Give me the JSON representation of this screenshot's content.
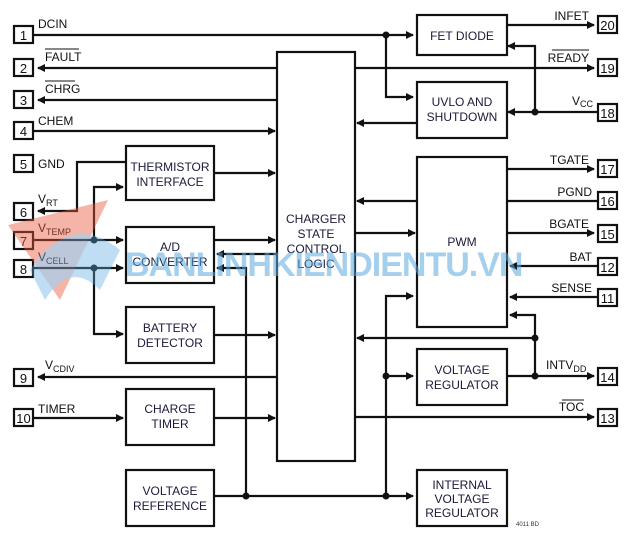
{
  "diagram": {
    "blocks": {
      "thermistor": [
        "THERMISTOR",
        "INTERFACE"
      ],
      "adc": [
        "A/D",
        "CONVERTER"
      ],
      "battery_detector": [
        "BATTERY",
        "DETECTOR"
      ],
      "charge_timer": [
        "CHARGE",
        "TIMER"
      ],
      "voltage_reference": [
        "VOLTAGE",
        "REFERENCE"
      ],
      "charger_state": [
        "CHARGER",
        "STATE",
        "CONTROL",
        "LOGIC"
      ],
      "fet_diode": [
        "FET DIODE"
      ],
      "uvlo": [
        "UVLO AND",
        "SHUTDOWN"
      ],
      "pwm": [
        "PWM"
      ],
      "voltage_regulator": [
        "VOLTAGE",
        "REGULATOR"
      ],
      "internal_regulator": [
        "INTERNAL",
        "VOLTAGE",
        "REGULATOR"
      ]
    },
    "pins_left": [
      {
        "num": "1",
        "label": "DCIN",
        "overbar": false
      },
      {
        "num": "2",
        "label": "FAULT",
        "overbar": true
      },
      {
        "num": "3",
        "label": "CHRG",
        "overbar": true
      },
      {
        "num": "4",
        "label": "CHEM",
        "overbar": false
      },
      {
        "num": "5",
        "label": "GND",
        "overbar": false
      },
      {
        "num": "6",
        "label": "V",
        "sub": "RT"
      },
      {
        "num": "7",
        "label": "V",
        "sub": "TEMP"
      },
      {
        "num": "8",
        "label": "V",
        "sub": "CELL"
      },
      {
        "num": "9",
        "label": "V",
        "sub": "CDIV"
      },
      {
        "num": "10",
        "label": "TIMER",
        "overbar": false
      }
    ],
    "pins_right": [
      {
        "num": "20",
        "label": "INFET",
        "overbar": false
      },
      {
        "num": "19",
        "label": "READY",
        "overbar": true
      },
      {
        "num": "18",
        "label": "V",
        "sub": "CC"
      },
      {
        "num": "17",
        "label": "TGATE",
        "overbar": false
      },
      {
        "num": "16",
        "label": "PGND",
        "overbar": false
      },
      {
        "num": "15",
        "label": "BGATE",
        "overbar": false
      },
      {
        "num": "12",
        "label": "BAT",
        "overbar": false
      },
      {
        "num": "11",
        "label": "SENSE",
        "overbar": false
      },
      {
        "num": "14",
        "label": "INTV",
        "sub": "DD"
      },
      {
        "num": "13",
        "label": "TOC",
        "overbar": true
      }
    ],
    "figure_ref": "4011 BD",
    "watermark": "BANLINHKIENDIENTU.VN"
  }
}
